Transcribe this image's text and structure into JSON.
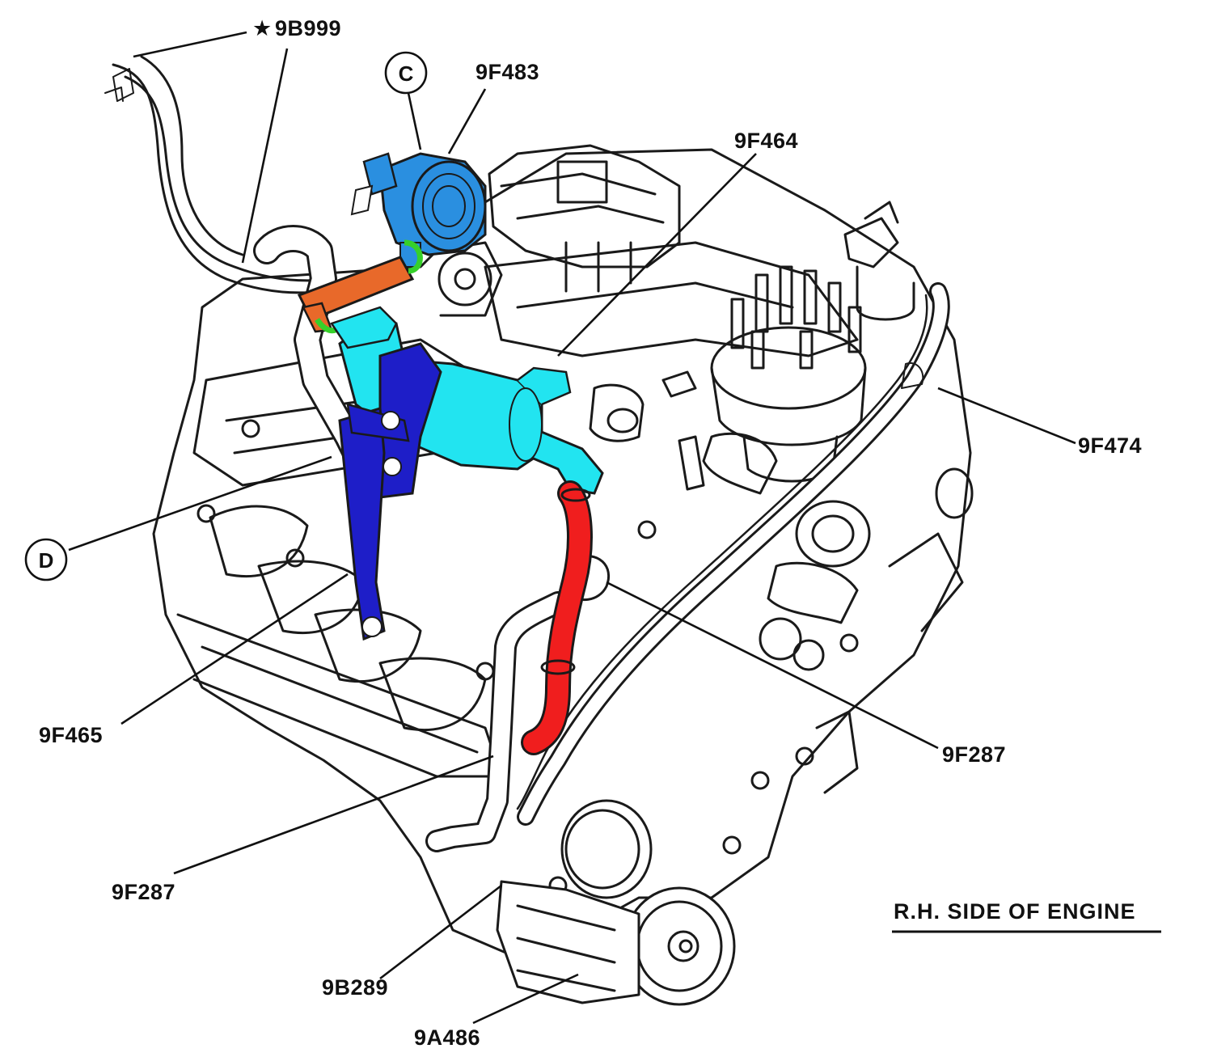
{
  "diagram": {
    "title": "R.H. SIDE OF ENGINE",
    "callouts": {
      "c": "C",
      "d": "D"
    },
    "labels": {
      "p9b999": "9B999",
      "p9f483": "9F483",
      "p9f464": "9F464",
      "p9f474": "9F474",
      "p9f465": "9F465",
      "p9f287_right": "9F287",
      "p9f287_left": "9F287",
      "p9b289": "9B289",
      "p9a486": "9A486"
    },
    "star_marker": "★"
  },
  "colors": {
    "air_valve": "#2a8fe0",
    "orange_hose": "#e8692a",
    "canister": "#22e4f0",
    "bracket": "#1e1ec8",
    "red_hose": "#f01e1e",
    "green_clamp": "#36d02a",
    "outline": "#1a1a1a"
  }
}
